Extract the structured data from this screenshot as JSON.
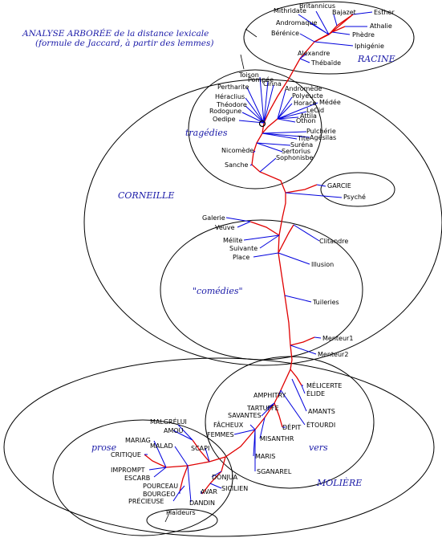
{
  "title_line1": "ANALYSE ARBORÉE de la distance lexicale",
  "title_line2": "(formule de Jaccard, à partir des lemmes)",
  "regions": {
    "racine": "RACINE",
    "corneille": "CORNEILLE",
    "tragedies": "tragédies",
    "comedies": "\"comédies\"",
    "moliere": "MOLIÈRE",
    "prose": "prose",
    "vers": "vers"
  },
  "racine_plays": [
    "Britannicus",
    "Mithridate",
    "Bajazet",
    "Esther",
    "Andromaque",
    "Athalie",
    "Bérénice",
    "Phèdre",
    "Iphigénie",
    "Alexandre",
    "Thébaïde"
  ],
  "corneille_tragedies": [
    "Toison",
    "Pompée",
    "Cinna",
    "Pertharite",
    "Andromède",
    "Polyeucte",
    "Héraclius",
    "Médée",
    "Horace",
    "Théodore",
    "LeCid",
    "Rodogune",
    "Attila",
    "Oedipe",
    "Othon",
    "Pulchérie",
    "Tite",
    "Agésilas",
    "Suréna",
    "Sertorius",
    "Nicomède",
    "Sophonisbe",
    "Sanche"
  ],
  "garcie_group": [
    "GARCIE",
    "Psyché"
  ],
  "corneille_comedies": [
    "Galerie",
    "Veuve",
    "Clitandre",
    "Mélite",
    "Suivante",
    "Place",
    "Illusion",
    "Tuileries"
  ],
  "menteurs": [
    "Menteur1",
    "Menteur2"
  ],
  "moliere_vers": [
    "MÉLICERTE",
    "AMPHITRY",
    "ÉLIDE",
    "TARTUFFE",
    "SAVANTES",
    "AMANTS",
    "DÉPIT",
    "ÉTOURDI",
    "FÂCHEUX",
    "FEMMES",
    "MISANTHR",
    "MARIS",
    "SGANAREL"
  ],
  "moliere_prose": [
    "MALGRÉLUI",
    "AMOU",
    "MARIAG",
    "MALAD",
    "SCAPI",
    "CRITIQUE",
    "IMPROMPT",
    "ESCARB",
    "DONJUA",
    "POURCEAU",
    "BOURGEO",
    "SICILIEN",
    "AVAR",
    "PRÉCIEUSE",
    "DANDIN",
    "Plaideurs"
  ]
}
